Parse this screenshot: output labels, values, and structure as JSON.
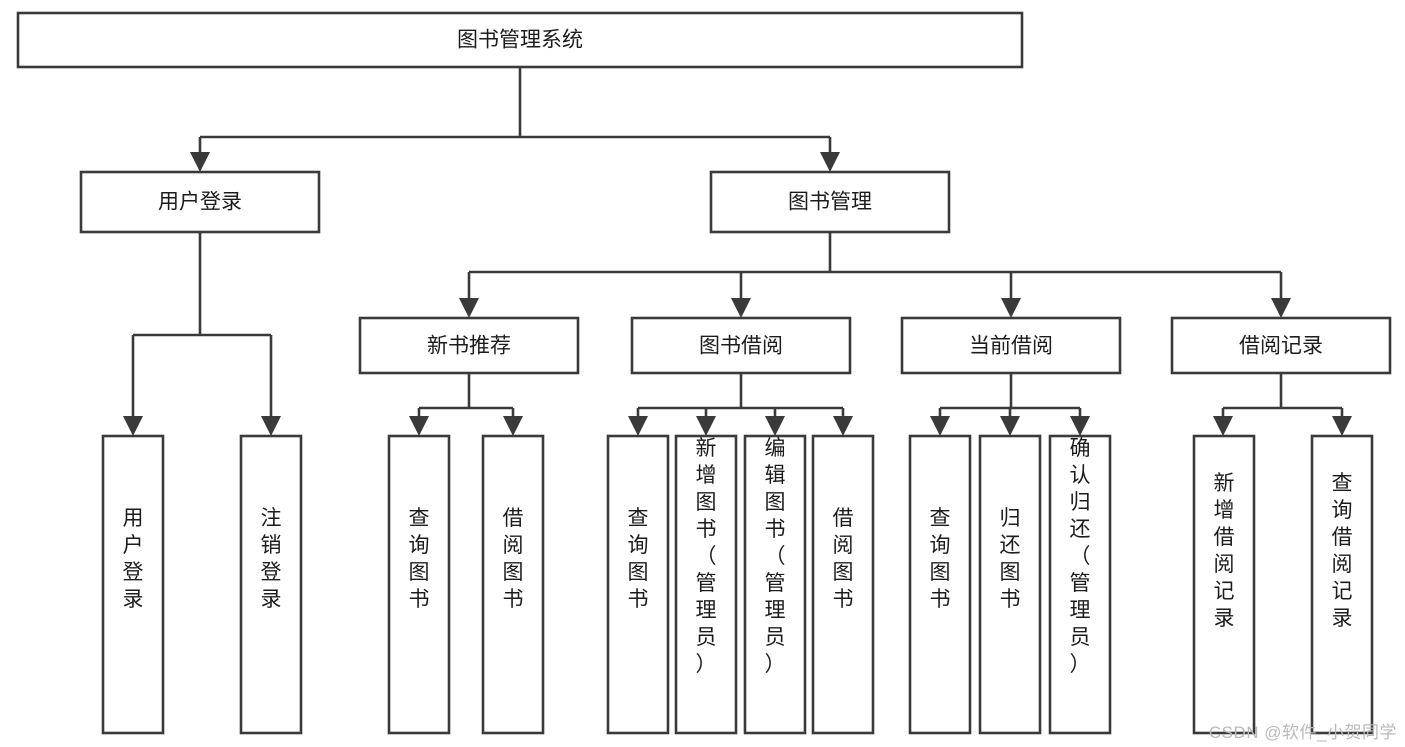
{
  "diagram": {
    "type": "tree",
    "title": "图书管理系统",
    "watermark": "CSDN @软件_小贺同学",
    "colors": {
      "box_fill": "#ffffff",
      "box_stroke": "#3a3a3a",
      "text": "#1c1c1c",
      "watermark": "#b9b9b9",
      "background": "#ffffff"
    },
    "nodes": {
      "root": {
        "label": "图书管理系统",
        "orientation": "horizontal"
      },
      "level2": [
        {
          "label": "用户登录",
          "orientation": "horizontal"
        },
        {
          "label": "图书管理",
          "orientation": "horizontal"
        }
      ],
      "level3": [
        {
          "label": "新书推荐",
          "orientation": "horizontal"
        },
        {
          "label": "图书借阅",
          "orientation": "horizontal"
        },
        {
          "label": "当前借阅",
          "orientation": "horizontal"
        },
        {
          "label": "借阅记录",
          "orientation": "horizontal"
        }
      ],
      "leaves": {
        "user_login": [
          {
            "label": "用户登录",
            "orientation": "vertical"
          },
          {
            "label": "注销登录",
            "orientation": "vertical"
          }
        ],
        "new_book_recommend": [
          {
            "label": "查询图书",
            "orientation": "vertical"
          },
          {
            "label": "借阅图书",
            "orientation": "vertical"
          }
        ],
        "book_borrow": [
          {
            "label": "查询图书",
            "orientation": "vertical"
          },
          {
            "label": "新增图书（管理员）",
            "orientation": "vertical"
          },
          {
            "label": "编辑图书（管理员）",
            "orientation": "vertical"
          },
          {
            "label": "借阅图书",
            "orientation": "vertical"
          }
        ],
        "current_borrow": [
          {
            "label": "查询图书",
            "orientation": "vertical"
          },
          {
            "label": "归还图书",
            "orientation": "vertical"
          },
          {
            "label": "确认归还（管理员）",
            "orientation": "vertical"
          }
        ],
        "borrow_record": [
          {
            "label": "新增借阅记录",
            "orientation": "vertical"
          },
          {
            "label": "查询借阅记录",
            "orientation": "vertical"
          }
        ]
      }
    }
  }
}
